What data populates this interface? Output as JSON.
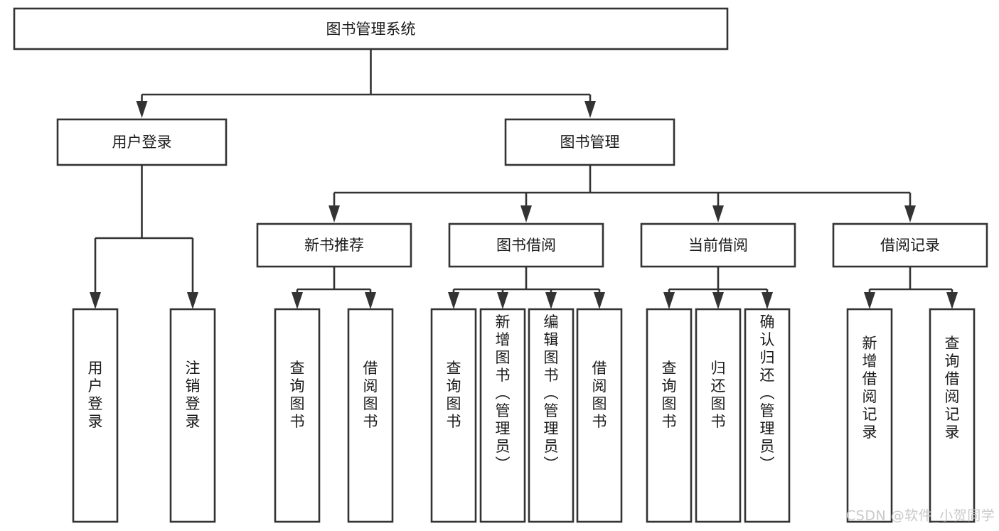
{
  "diagram": {
    "type": "tree",
    "title": "图书管理系统",
    "watermark": "CSDN @软件_小贺同学",
    "colors": {
      "stroke": "#333333",
      "fill": "#ffffff",
      "text": "#1b1b1b",
      "watermark": "#c9c9c9",
      "background": "#ffffff"
    },
    "levels": {
      "root": {
        "label": "图书管理系统"
      },
      "level2": [
        {
          "id": "user-login",
          "label": "用户登录"
        },
        {
          "id": "book-management",
          "label": "图书管理"
        }
      ],
      "level3": [
        {
          "id": "new-book-recommend",
          "label": "新书推荐",
          "parent": "book-management"
        },
        {
          "id": "book-borrow",
          "label": "图书借阅",
          "parent": "book-management"
        },
        {
          "id": "current-borrow",
          "label": "当前借阅",
          "parent": "book-management"
        },
        {
          "id": "borrow-record",
          "label": "借阅记录",
          "parent": "book-management"
        }
      ],
      "leaves": [
        {
          "id": "leaf-user-login",
          "label": "用户登录",
          "parent": "user-login"
        },
        {
          "id": "leaf-logout-login",
          "label": "注销登录",
          "parent": "user-login"
        },
        {
          "id": "leaf-query-book-1",
          "label": "查询图书",
          "parent": "new-book-recommend"
        },
        {
          "id": "leaf-borrow-book-1",
          "label": "借阅图书",
          "parent": "new-book-recommend"
        },
        {
          "id": "leaf-query-book-2",
          "label": "查询图书",
          "parent": "book-borrow"
        },
        {
          "id": "leaf-add-book",
          "label": "新增图书（管理员）",
          "parent": "book-borrow"
        },
        {
          "id": "leaf-edit-book",
          "label": "编辑图书（管理员）",
          "parent": "book-borrow"
        },
        {
          "id": "leaf-borrow-book-2",
          "label": "借阅图书",
          "parent": "book-borrow"
        },
        {
          "id": "leaf-query-book-3",
          "label": "查询图书",
          "parent": "current-borrow"
        },
        {
          "id": "leaf-return-book",
          "label": "归还图书",
          "parent": "current-borrow"
        },
        {
          "id": "leaf-confirm-return",
          "label": "确认归还（管理员）",
          "parent": "current-borrow"
        },
        {
          "id": "leaf-add-record",
          "label": "新增借阅记录",
          "parent": "borrow-record"
        },
        {
          "id": "leaf-query-record",
          "label": "查询借阅记录",
          "parent": "borrow-record"
        }
      ]
    }
  }
}
